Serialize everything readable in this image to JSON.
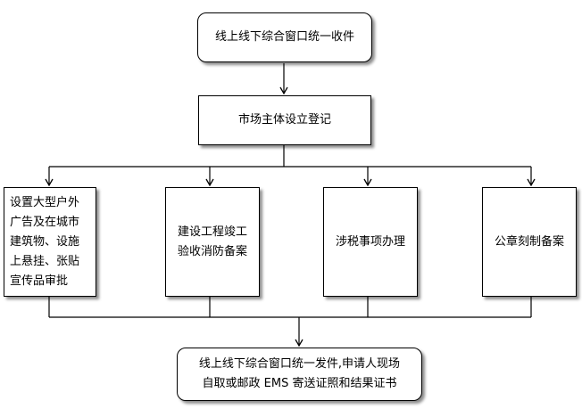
{
  "nodes": {
    "start": "线上线下综合窗口统一收件",
    "registration": "市场主体设立登记",
    "outdoor_ads": "设置大型户外\n广告及在城市\n建筑物、设施\n上悬挂、张贴\n宣传品审批",
    "completion_fire": "建设工程竣工\n验收消防备案",
    "tax": "涉税事项办理",
    "seal": "公章刻制备案",
    "end": "线上线下综合窗口统一发件,申请人现场\n自取或邮政 EMS 寄送证照和结果证书"
  }
}
